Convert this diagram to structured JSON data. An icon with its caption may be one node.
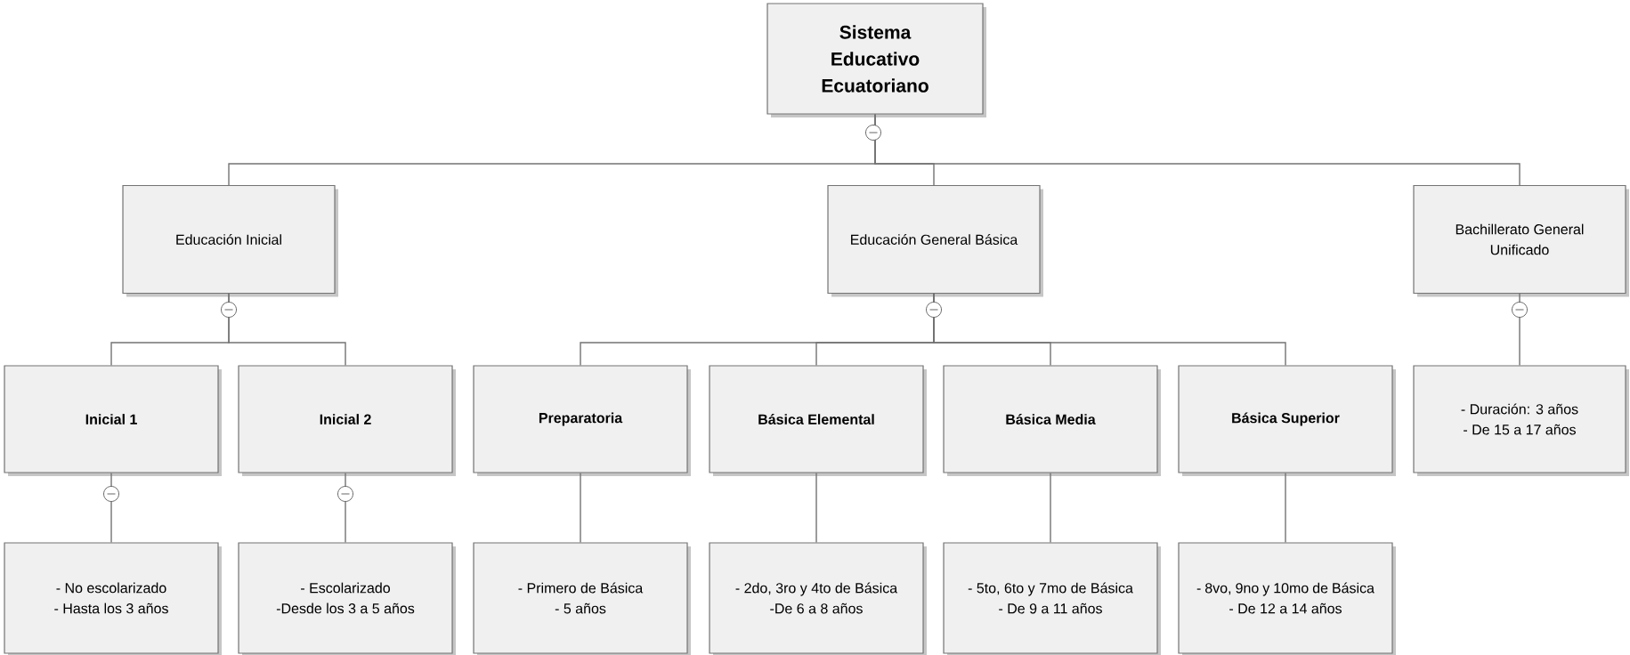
{
  "diagram": {
    "nodes": [
      {
        "text": [
          "Sistema Educativo Ecuatoriano"
        ]
      },
      {
        "text": [
          "Educación Inicial"
        ]
      },
      {
        "text": [
          "Educación General Básica"
        ]
      },
      {
        "text": [
          "Bachillerato General Unificado"
        ]
      },
      {
        "text": [
          "Inicial 1"
        ]
      },
      {
        "text": [
          "Inicial 2"
        ]
      },
      {
        "text": [
          "Preparatoria"
        ]
      },
      {
        "text": [
          "Básica Elemental"
        ]
      },
      {
        "text": [
          "Básica Media"
        ]
      },
      {
        "text": [
          "Básica Superior"
        ]
      },
      {
        "text": [
          "- Duración: 3 años",
          "- De 15 a 17 años"
        ]
      },
      {
        "text": [
          "- No escolarizado",
          "- Hasta los 3 años"
        ]
      },
      {
        "text": [
          "- Escolarizado",
          "-Desde los 3 a 5 años"
        ]
      },
      {
        "text": [
          "- Primero de Básica",
          "- 5 años"
        ]
      },
      {
        "text": [
          "- 2do, 3ro y 4to de Básica",
          "-De 6 a 8 años"
        ]
      },
      {
        "text": [
          "- 5to, 6to y 7mo de Básica",
          "- De 9 a 11 años"
        ]
      },
      {
        "text": [
          "- 8vo, 9no y 10mo de Básica",
          "- De 12 a 14 años"
        ]
      }
    ],
    "edges": [
      {
        "from": 0,
        "to": 1,
        "arrow": "none"
      },
      {
        "from": 0,
        "to": 2,
        "arrow": "none"
      },
      {
        "from": 0,
        "to": 3,
        "arrow": "none"
      },
      {
        "from": 1,
        "to": 4,
        "arrow": "none"
      },
      {
        "from": 1,
        "to": 5,
        "arrow": "none"
      },
      {
        "from": 2,
        "to": 6,
        "arrow": "none"
      },
      {
        "from": 2,
        "to": 7,
        "arrow": "none"
      },
      {
        "from": 2,
        "to": 8,
        "arrow": "none"
      },
      {
        "from": 2,
        "to": 9,
        "arrow": "none"
      },
      {
        "from": 3,
        "to": 10,
        "arrow": "none"
      },
      {
        "from": 4,
        "to": 11,
        "arrow": "none"
      },
      {
        "from": 5,
        "to": 12,
        "arrow": "none"
      },
      {
        "from": 6,
        "to": 13,
        "arrow": "none"
      },
      {
        "from": 7,
        "to": 14,
        "arrow": "none"
      },
      {
        "from": 8,
        "to": 15,
        "arrow": "none"
      },
      {
        "from": 9,
        "to": 16,
        "arrow": "none"
      }
    ]
  }
}
